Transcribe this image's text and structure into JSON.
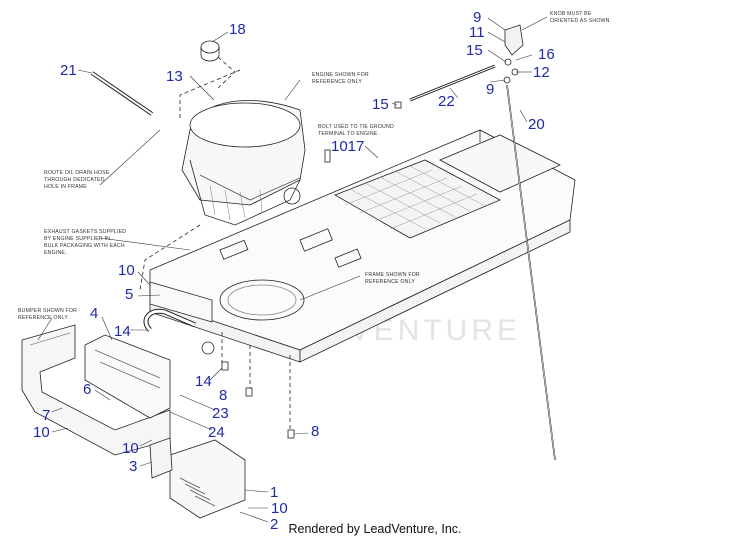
{
  "diagram": {
    "callouts": [
      {
        "id": "c18",
        "label": "18"
      },
      {
        "id": "c9a",
        "label": "9"
      },
      {
        "id": "c11",
        "label": "11"
      },
      {
        "id": "c15a",
        "label": "15"
      },
      {
        "id": "c16",
        "label": "16"
      },
      {
        "id": "c12",
        "label": "12"
      },
      {
        "id": "c9b",
        "label": "9"
      },
      {
        "id": "c21",
        "label": "21"
      },
      {
        "id": "c13",
        "label": "13"
      },
      {
        "id": "c15b",
        "label": "15"
      },
      {
        "id": "c22",
        "label": "22"
      },
      {
        "id": "c20",
        "label": "20"
      },
      {
        "id": "c1017",
        "label": "1017"
      },
      {
        "id": "c10a",
        "label": "10"
      },
      {
        "id": "c5",
        "label": "5"
      },
      {
        "id": "c4",
        "label": "4"
      },
      {
        "id": "c14a",
        "label": "14"
      },
      {
        "id": "c14b",
        "label": "14"
      },
      {
        "id": "c8a",
        "label": "8"
      },
      {
        "id": "c6",
        "label": "6"
      },
      {
        "id": "c23",
        "label": "23"
      },
      {
        "id": "c7",
        "label": "7"
      },
      {
        "id": "c10b",
        "label": "10"
      },
      {
        "id": "c24",
        "label": "24"
      },
      {
        "id": "c8b",
        "label": "8"
      },
      {
        "id": "c10c",
        "label": "10"
      },
      {
        "id": "c3",
        "label": "3"
      },
      {
        "id": "c1",
        "label": "1"
      },
      {
        "id": "c10d",
        "label": "10"
      },
      {
        "id": "c2",
        "label": "2"
      }
    ],
    "notes": {
      "knob": [
        "KNOB MUST BE",
        "ORIENTED AS SHOWN"
      ],
      "engine": [
        "ENGINE SHOWN FOR",
        "REFERENCE ONLY"
      ],
      "bolt": [
        "BOLT USED TO TIE GROUND",
        "TERMINAL TO ENGINE"
      ],
      "route": [
        "ROUTE OIL DRAIN HOSE",
        "THROUGH DEDICATED",
        "HOLE IN FRAME"
      ],
      "exhaust": [
        "EXHAUST GASKETS SUPPLIED",
        "BY ENGINE SUPPLIER IN",
        "BULK PACKAGING WITH EACH",
        "ENGINE."
      ],
      "bumper": [
        "BUMPER SHOWN FOR",
        "REFERENCE ONLY"
      ],
      "frame": [
        "FRAME SHOWN FOR",
        "REFERENCE ONLY"
      ]
    },
    "watermark": "ADVENTURE",
    "footer": "Rendered by LeadVenture, Inc.",
    "colors": {
      "callout": "#1f2aa6",
      "line": "#222222",
      "watermark": "#e3e3e3"
    }
  }
}
